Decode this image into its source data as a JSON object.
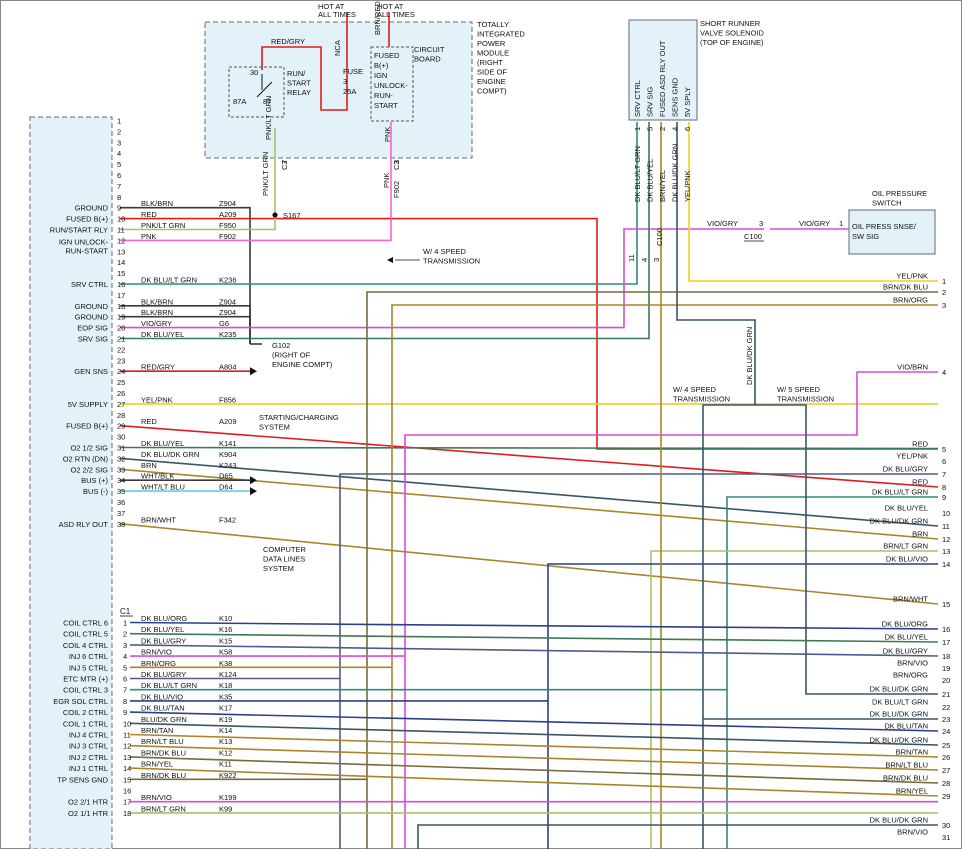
{
  "colors": {
    "red": "#e11b1b",
    "pnk": "#ff63c8",
    "vio": "#d84bd8",
    "yel": "#ecd21b",
    "brn": "#a8862c",
    "brn_dk": "#7a6a3a",
    "dkblu": "#2c3f8a",
    "dkblu_dkgrn": "#3a5568",
    "dkblu_ltgrn": "#2f8a78",
    "dkblu_yel": "#3c7a55",
    "dkblu_gry": "#4f5c8a",
    "ltgrn": "#7dcf5a",
    "pnk_ltgrn": "#a3c46a",
    "blk": "#3a3a3a",
    "wht_ltblu": "#5fd0e6",
    "box_fill": "#e2f2f8",
    "box_stroke": "#606878"
  },
  "tipm": {
    "title_lines": [
      "TOTALLY",
      "INTEGRATED",
      "POWER",
      "MODULE",
      "(RIGHT",
      "SIDE OF",
      "ENGINE",
      "COMPT)"
    ],
    "hot1": [
      "HOT AT",
      "ALL TIMES"
    ],
    "hot2": [
      "HOT AT",
      "ALL TIMES"
    ],
    "relay_label": [
      "RUN/",
      "START",
      "RELAY"
    ],
    "relay_pins": [
      "30",
      "87A",
      "87"
    ],
    "fuse_label": "FUSE",
    "fuse_num": "3",
    "fuse_amp": "25A",
    "nca": "NCA",
    "red_gry": "RED/GRY",
    "brn_red": "BRN/RED",
    "circuit_board": [
      "CIRCUIT",
      "BOARD"
    ],
    "fused_box": [
      "FUSED",
      "B(+)",
      "IGN",
      "UNLOCK-",
      "RUN-",
      "START"
    ],
    "pnk_ltgrn": "PNK/LT GRN",
    "pnk": "PNK",
    "c3": "C3",
    "pin7": "7",
    "pin3": "3",
    "f902": "F902",
    "s167": "S167"
  },
  "srv": {
    "title_lines": [
      "SHORT RUNNER",
      "VALVE SOLENOID",
      "(TOP OF ENGINE)"
    ],
    "pins": [
      {
        "label": "SRV CTRL",
        "num": "1"
      },
      {
        "label": "SRV SIG",
        "num": "5"
      },
      {
        "label": "FUSED ASD RLY OUT",
        "num": "2"
      },
      {
        "label": "SENS GND",
        "num": "4"
      },
      {
        "label": "5V SPLY",
        "num": "6"
      }
    ],
    "wires": [
      "DK BLU/LT GRN",
      "DK BLU/YEL",
      "BRN/YEL",
      "DK BLU/DK GRN",
      "YEL/PNK"
    ],
    "c100": "C100",
    "c100_pins": [
      "11",
      "4",
      "3"
    ]
  },
  "ops": {
    "title_lines": [
      "OIL PRESSURE",
      "SWITCH"
    ],
    "box_lines": [
      "OIL PRESS SNSE/",
      "SW SIG"
    ],
    "wire_left": "VIO/GRY",
    "wire_right": "VIO/GRY",
    "pin_left": "3",
    "pin_right": "1",
    "c100": "C100"
  },
  "notes": {
    "w4": [
      "W/ 4 SPEED",
      "TRANSMISSION"
    ],
    "w4b": [
      "W/ 4 SPEED",
      "TRANSMISSION"
    ],
    "w5": [
      "W/ 5 SPEED",
      "TRANSMISSION"
    ],
    "g102": [
      "G102",
      "(RIGHT OF",
      "ENGINE COMPT)"
    ],
    "starting": [
      "STARTING/CHARGING",
      "SYSTEM"
    ],
    "computer": [
      "COMPUTER",
      "DATA LINES",
      "SYSTEM"
    ],
    "dkblu_dkgrn_vert": "DK BLU/DK GRN",
    "c1": "C1"
  },
  "pcm_upper": [
    {
      "pin": "1"
    },
    {
      "pin": "2"
    },
    {
      "pin": "3"
    },
    {
      "pin": "4"
    },
    {
      "pin": "5"
    },
    {
      "pin": "6"
    },
    {
      "pin": "7"
    },
    {
      "pin": "8"
    },
    {
      "pin": "9",
      "label": "GROUND",
      "wire": "BLK/BRN",
      "circuit": "Z904"
    },
    {
      "pin": "10",
      "label": "FUSED B(+)",
      "wire": "RED",
      "circuit": "A209"
    },
    {
      "pin": "11",
      "label": "RUN/START RLY",
      "wire": "PNK/LT GRN",
      "circuit": "F950"
    },
    {
      "pin": "12",
      "label": "IGN UNLOCK-",
      "label2": "RUN-START",
      "wire": "PNK",
      "circuit": "F902"
    },
    {
      "pin": "13"
    },
    {
      "pin": "14"
    },
    {
      "pin": "15"
    },
    {
      "pin": "16",
      "label": "SRV CTRL",
      "wire": "DK BLU/LT GRN",
      "circuit": "K236"
    },
    {
      "pin": "17"
    },
    {
      "pin": "18",
      "label": "GROUND",
      "wire": "BLK/BRN",
      "circuit": "Z904"
    },
    {
      "pin": "19",
      "label": "GROUND",
      "wire": "BLK/BRN",
      "circuit": "Z904"
    },
    {
      "pin": "20",
      "label": "EOP SIG",
      "wire": "VIO/GRY",
      "circuit": "G6"
    },
    {
      "pin": "21",
      "label": "SRV SIG",
      "wire": "DK BLU/YEL",
      "circuit": "K235"
    },
    {
      "pin": "22"
    },
    {
      "pin": "23"
    },
    {
      "pin": "24",
      "label": "GEN SNS",
      "wire": "RED/GRY",
      "circuit": "A804"
    },
    {
      "pin": "25"
    },
    {
      "pin": "26"
    },
    {
      "pin": "27",
      "label": "5V SUPPLY",
      "wire": "YEL/PNK",
      "circuit": "F856"
    },
    {
      "pin": "28"
    },
    {
      "pin": "29",
      "label": "FUSED B(+)",
      "wire": "RED",
      "circuit": "A209"
    },
    {
      "pin": "30"
    },
    {
      "pin": "31",
      "label": "O2 1/2 SIG",
      "wire": "DK BLU/YEL",
      "circuit": "K141"
    },
    {
      "pin": "32",
      "label": "O2 RTN (DN)",
      "wire": "DK BLU/DK GRN",
      "circuit": "K904"
    },
    {
      "pin": "33",
      "label": "O2 2/2 SIG",
      "wire": "BRN",
      "circuit": "K243"
    },
    {
      "pin": "34",
      "label": "BUS (+)",
      "wire": "WHT/BLK",
      "circuit": "D65"
    },
    {
      "pin": "35",
      "label": "BUS (-)",
      "wire": "WHT/LT BLU",
      "circuit": "D64"
    },
    {
      "pin": "36"
    },
    {
      "pin": "37"
    },
    {
      "pin": "38",
      "label": "ASD RLY OUT",
      "wire": "BRN/WHT",
      "circuit": "F342"
    }
  ],
  "pcm_lower": [
    {
      "pin": "1",
      "label": "COIL CTRL 6",
      "wire": "DK BLU/ORG",
      "circuit": "K10"
    },
    {
      "pin": "2",
      "label": "COIL CTRL 5",
      "wire": "DK BLU/YEL",
      "circuit": "K16"
    },
    {
      "pin": "3",
      "label": "COIL 4 CTRL",
      "wire": "DK BLU/GRY",
      "circuit": "K15"
    },
    {
      "pin": "4",
      "label": "INJ 6 CTRL",
      "wire": "BRN/VIO",
      "circuit": "K58"
    },
    {
      "pin": "5",
      "label": "INJ 5 CTRL",
      "wire": "BRN/ORG",
      "circuit": "K38"
    },
    {
      "pin": "6",
      "label": "ETC MTR (+)",
      "wire": "DK BLU/GRY",
      "circuit": "K124"
    },
    {
      "pin": "7",
      "label": "COIL CTRL 3",
      "wire": "DK BLU/LT GRN",
      "circuit": "K18"
    },
    {
      "pin": "8",
      "label": "EGR SOL CTRL",
      "wire": "DK BLU/VIO",
      "circuit": "K35"
    },
    {
      "pin": "9",
      "label": "COIL 2 CTRL",
      "wire": "DK BLU/TAN",
      "circuit": "K17"
    },
    {
      "pin": "10",
      "label": "COIL 1 CTRL",
      "wire": "BLU/DK GRN",
      "circuit": "K19"
    },
    {
      "pin": "11",
      "label": "INJ 4 CTRL",
      "wire": "BRN/TAN",
      "circuit": "K14"
    },
    {
      "pin": "12",
      "label": "INJ 3 CTRL",
      "wire": "BRN/LT BLU",
      "circuit": "K13"
    },
    {
      "pin": "13",
      "label": "INJ 2 CTRL",
      "wire": "BRN/DK BLU",
      "circuit": "K12"
    },
    {
      "pin": "14",
      "label": "INJ 1 CTRL",
      "wire": "BRN/YEL",
      "circuit": "K11"
    },
    {
      "pin": "15",
      "label": "TP SENS GND",
      "wire": "BRN/DK BLU",
      "circuit": "K922"
    },
    {
      "pin": "16"
    },
    {
      "pin": "17",
      "label": "O2 2/1 HTR",
      "wire": "BRN/VIO",
      "circuit": "K199"
    },
    {
      "pin": "18",
      "label": "O2 1/1 HTR",
      "wire": "BRN/LT GRN",
      "circuit": "K99"
    }
  ],
  "right_wires": [
    {
      "num": "1",
      "label": "YEL/PNK"
    },
    {
      "num": "2",
      "label": "BRN/DK BLU"
    },
    {
      "num": "3",
      "label": "BRN/ORG"
    },
    {
      "num": "4",
      "label": "VIO/BRN"
    },
    {
      "num": "5",
      "label": "RED"
    },
    {
      "num": "6",
      "label": "YEL/PNK"
    },
    {
      "num": "7",
      "label": "DK BLU/GRY"
    },
    {
      "num": "8",
      "label": "RED"
    },
    {
      "num": "9",
      "label": "DK BLU/LT GRN"
    },
    {
      "num": "10",
      "label": "DK BLU/YEL"
    },
    {
      "num": "11",
      "label": "DK BLU/DK GRN"
    },
    {
      "num": "12",
      "label": "BRN"
    },
    {
      "num": "13",
      "label": "BRN/LT GRN"
    },
    {
      "num": "14",
      "label": "DK BLU/VIO"
    },
    {
      "num": "15",
      "label": "BRN/WHT"
    },
    {
      "num": "16",
      "label": "DK BLU/ORG"
    },
    {
      "num": "17",
      "label": "DK BLU/YEL"
    },
    {
      "num": "18",
      "label": "DK BLU/GRY"
    },
    {
      "num": "19",
      "label": "BRN/VIO"
    },
    {
      "num": "20",
      "label": "BRN/ORG"
    },
    {
      "num": "21",
      "label": "DK BLU/DK GRN"
    },
    {
      "num": "22",
      "label": "DK BLU/LT GRN"
    },
    {
      "num": "23",
      "label": "DK BLU/DK GRN"
    },
    {
      "num": "24",
      "label": "DK BLU/TAN"
    },
    {
      "num": "25",
      "label": "DK BLU/DK GRN"
    },
    {
      "num": "26",
      "label": "BRN/TAN"
    },
    {
      "num": "27",
      "label": "BRN/LT BLU"
    },
    {
      "num": "28",
      "label": "BRN/DK BLU"
    },
    {
      "num": "29",
      "label": "BRN/YEL"
    },
    {
      "num": "30",
      "label": "DK BLU/DK GRN"
    },
    {
      "num": "31",
      "label": "BRN/VIO"
    }
  ]
}
